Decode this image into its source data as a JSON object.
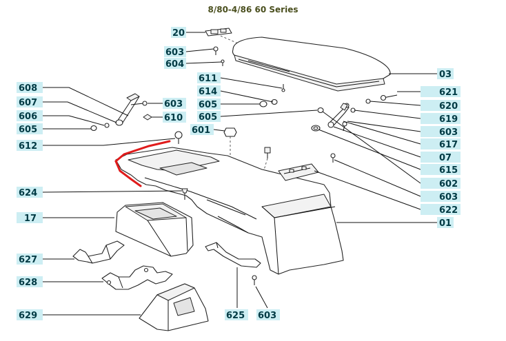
{
  "title": "8/80-4/86 60 Series",
  "colors": {
    "label_bg": "#cdeef3",
    "label_text": "#003a44",
    "highlight": "#e01b1b",
    "title": "#4a4f1e"
  },
  "callouts": {
    "c20": "20",
    "c603a": "603",
    "c604": "604",
    "c611": "611",
    "c03": "03",
    "c608": "608",
    "c614": "614",
    "c603b": "603",
    "c621": "621",
    "c607": "607",
    "c605a": "605",
    "c606": "606",
    "c610": "610",
    "c620": "620",
    "c605b": "605",
    "c605c": "605",
    "c619": "619",
    "c601": "601",
    "c603c": "603",
    "c612": "612",
    "c617": "617",
    "c07": "07",
    "c615": "615",
    "c624": "624",
    "c602": "602",
    "c603d": "603",
    "c622": "622",
    "c17": "17",
    "c01": "01",
    "c627": "627",
    "c628": "628",
    "c629": "629",
    "c625": "625",
    "c603e": "603"
  }
}
